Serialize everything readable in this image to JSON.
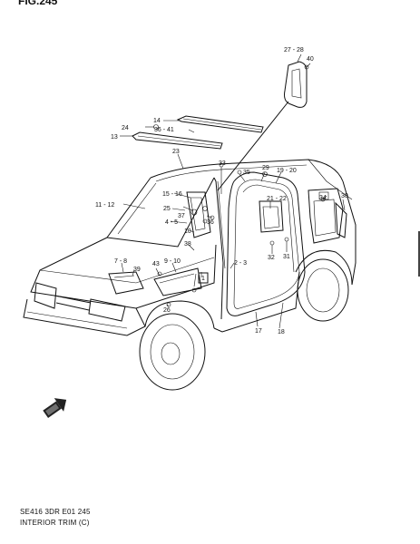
{
  "figure_title": "FIG.245",
  "footer": {
    "code": "SE416 3DR E01  245",
    "name": "INTERIOR TRIM (C)"
  },
  "callouts": [
    "27 - 28",
    "40",
    "14",
    "24",
    "36 - 41",
    "13",
    "23",
    "33",
    "35",
    "29",
    "19 - 20",
    "15 - 16",
    "11 - 12",
    "25",
    "37",
    "36",
    "4 - 5",
    "21 - 22",
    "34",
    "30",
    "10",
    "38",
    "2 - 3",
    "32",
    "31",
    "7 - 8",
    "39",
    "43",
    "9 - 10",
    "1",
    "26",
    "17",
    "18"
  ],
  "icons": {
    "direction_arrow": "front-arrow-icon"
  }
}
